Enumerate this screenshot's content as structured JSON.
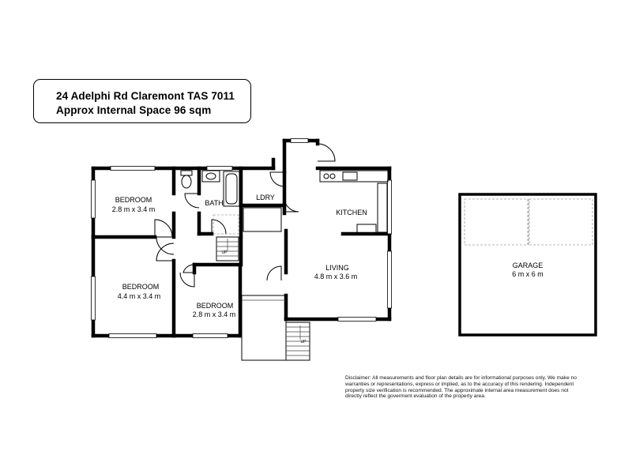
{
  "header": {
    "address": "24 Adelphi Rd Claremont TAS 7011",
    "space": "Approx Internal Space 96 sqm"
  },
  "rooms": {
    "bedroom1": {
      "name": "BEDROOM",
      "size": "2.8 m x 3.4 m"
    },
    "bedroom2": {
      "name": "BEDROOM",
      "size": "4.4 m x 3.4 m"
    },
    "bedroom3": {
      "name": "BEDROOM",
      "size": "2.8 m x 3.4 m"
    },
    "bath": {
      "name": "BATH"
    },
    "laundry": {
      "name": "LDRY"
    },
    "kitchen": {
      "name": "KITCHEN"
    },
    "living": {
      "name": "LIVING",
      "size": "4.8 m x 3.6 m"
    },
    "garage": {
      "name": "GARAGE",
      "size": "6 m x 6 m"
    }
  },
  "stairs": {
    "hall_up": "UP",
    "porch_up": "UP"
  },
  "disclaimer": "Disclaimer: All measurements and floor plan details are for informational purposes only. We  make no warranties or representations, express or implied, as to the accuracy of this rendering. Independent property size verification is recommended. The approximate internal area measurement does not directly reflect the goverment evaluation of the property area."
}
